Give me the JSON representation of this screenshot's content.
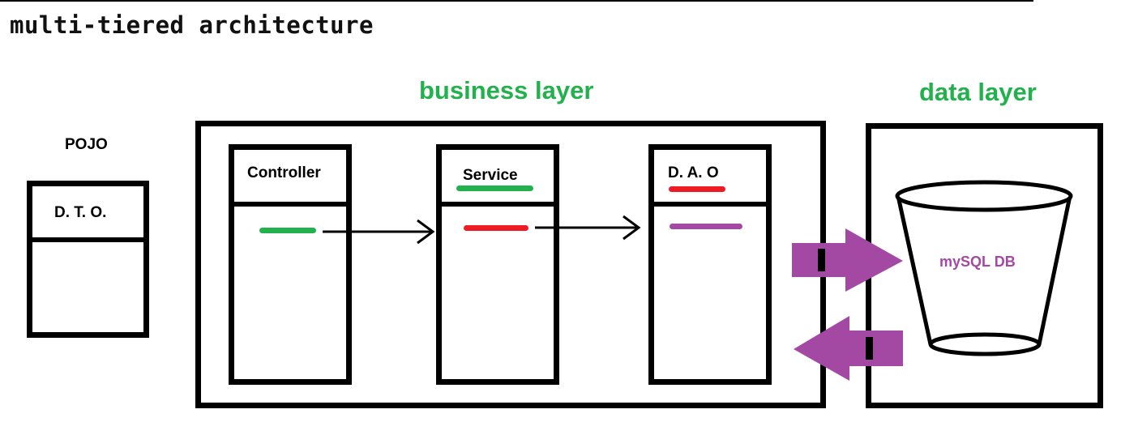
{
  "page": {
    "title": "multi-tiered architecture"
  },
  "pojo": {
    "heading": "POJO",
    "box_label": "D. T. O."
  },
  "business_layer": {
    "heading": "business layer",
    "components": [
      {
        "name": "Controller"
      },
      {
        "name": "Service"
      },
      {
        "name": "D. A. O"
      }
    ]
  },
  "data_layer": {
    "heading": "data layer",
    "database": {
      "label": "mySQL DB"
    }
  },
  "colors": {
    "heading_green": "#22b14c",
    "mark_green": "#22b14c",
    "mark_red": "#ed1c24",
    "mark_purple": "#a349a4",
    "arrow_purple": "#a349a4"
  }
}
